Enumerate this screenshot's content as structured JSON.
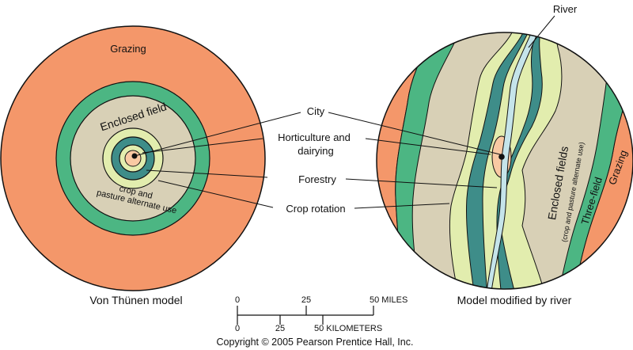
{
  "left_model": {
    "caption": "Von Thünen model",
    "grazing": "Grazing",
    "enclosed_field": "Enclosed field",
    "crop_line1": "crop and",
    "crop_line2": "pasture alternate use"
  },
  "center_labels": {
    "city": "City",
    "horticulture_line1": "Horticulture and",
    "horticulture_line2": "dairying",
    "forestry": "Forestry",
    "crop_rotation": "Crop rotation"
  },
  "right_model": {
    "caption": "Model modified by river",
    "river": "River",
    "enclosed_fields": "Enclosed fields",
    "enclosed_fields_sub": "(crop and pasture alternate use)",
    "three_field": "Three-field",
    "grazing": "Grazing"
  },
  "scale": {
    "miles_ticks": [
      "0",
      "25",
      "50 MILES"
    ],
    "km_ticks": [
      "0",
      "25",
      "50 KILOMETERS"
    ]
  },
  "copyright": "Copyright © 2005 Pearson Prentice Hall, Inc.",
  "colors": {
    "grazing": "#F4976A",
    "green": "#4CB683",
    "beige": "#D8D0B6",
    "light_green": "#E2EDAE",
    "teal": "#3E8D89",
    "city": "#F9C9A3",
    "river": "#C5E4EA"
  }
}
